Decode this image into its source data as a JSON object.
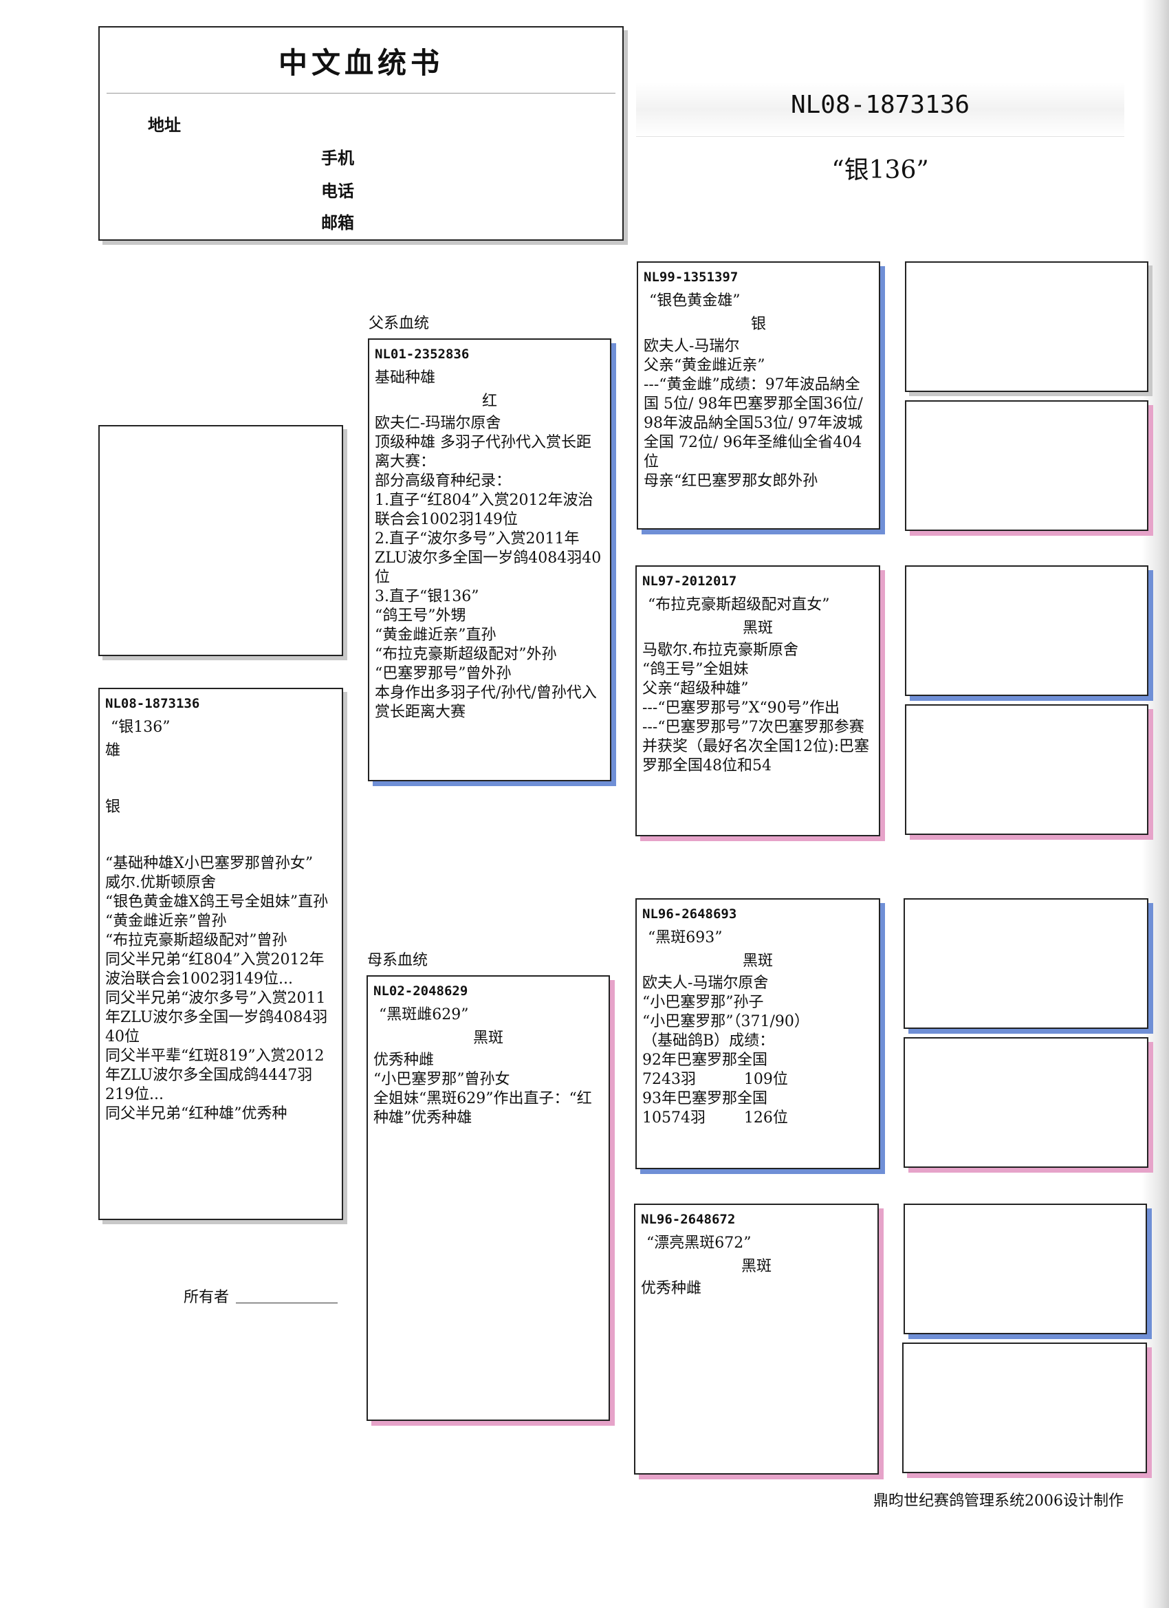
{
  "header": {
    "title": "中文血统书",
    "address_label": "地址",
    "mobile_label": "手机",
    "phone_label": "电话",
    "email_label": "邮箱"
  },
  "pigeon_ring": "NL08-1873136",
  "pigeon_name": "“银136”",
  "sections": {
    "sire_line": "父系血统",
    "dam_line": "母系血统"
  },
  "subject": {
    "id": "NL08-1873136",
    "name": "“银136”",
    "sex": "雄",
    "color": "银",
    "lines": [
      "“基础种雄X小巴塞罗那曾孙女”",
      "威尔.优斯顿原舍",
      "“银色黄金雄X鸽王号全姐妹”直孙",
      "“黄金雌近亲”曾孙",
      "“布拉克豪斯超级配对”曾孙",
      "同父半兄弟“红804”入赏2012年波治联合会1002羽149位...",
      "同父半兄弟“波尔多号”入赏2011年ZLU波尔多全国一岁鸽4084羽40位",
      "同父半平辈“红斑819”入赏2012年ZLU波尔多全国成鸽4447羽219位...",
      "同父半兄弟“红种雄”优秀种"
    ]
  },
  "sire": {
    "id": "NL01-2352836",
    "name": "基础种雄",
    "color": "红",
    "lines": [
      "欧夫仁-玛瑞尔原舍",
      "顶级种雄 多羽子代孙代入赏长距离大赛：",
      "部分高级育种纪录：",
      "1.直子“红804”入赏2012年波治联合会1002羽149位",
      "2.直子“波尔多号”入赏2011年ZLU波尔多全国一岁鸽4084羽40位",
      "3.直子“银136”",
      "“鸽王号”外甥",
      "“黄金雌近亲”直孙",
      "“布拉克豪斯超级配对”外孙",
      "“巴塞罗那号”曾外孙",
      "本身作出多羽子代/孙代/曾孙代入赏长距离大赛"
    ]
  },
  "dam": {
    "id": "NL02-2048629",
    "name": "“黑斑雌629”",
    "color": "黑斑",
    "lines": [
      "优秀种雌",
      "“小巴塞罗那”曾孙女",
      "全姐妹“黑斑629”作出直子：“红种雄”优秀种雄"
    ]
  },
  "sire_sire": {
    "id": "NL99-1351397",
    "name": "“银色黄金雄”",
    "color": "银",
    "lines": [
      "欧夫人-马瑞尔",
      "父亲“黄金雌近亲”",
      "---“黄金雌”成绩：97年波品納全国 5位/ 98年巴塞罗那全国36位/ 98年波品納全国53位/ 97年波城全国 72位/ 96年圣維仙全省404位",
      "母亲“红巴塞罗那女郎外孙"
    ]
  },
  "sire_dam": {
    "id": "NL97-2012017",
    "name": "“布拉克豪斯超级配对直女”",
    "color": "黑斑",
    "lines": [
      "马歇尔.布拉克豪斯原舍",
      "“鸽王号”全姐妹",
      "父亲“超级种雄”",
      "---“巴塞罗那号”X“90号”作出",
      "---“巴塞罗那号”7次巴塞罗那参赛并获奖（最好名次全国12位):巴塞罗那全国48位和54"
    ]
  },
  "dam_sire": {
    "id": "NL96-2648693",
    "name": "“黑斑693”",
    "color": "黑斑",
    "lines": [
      "欧夫人-马瑞尔原舍",
      "“小巴塞罗那”孙子",
      "“小巴塞罗那”（371/90）",
      "（基础鸽B）成绩：",
      "92年巴塞罗那全国",
      "7243羽          109位",
      "93年巴塞罗那全国",
      "10574羽        126位"
    ]
  },
  "dam_dam": {
    "id": "NL96-2648672",
    "name": "“漂亮黑斑672”",
    "color": "黑斑",
    "lines": [
      "优秀种雌"
    ]
  },
  "owner_label": "所有者",
  "footer": "鼎昀世纪赛鸽管理系统2006设计制作"
}
